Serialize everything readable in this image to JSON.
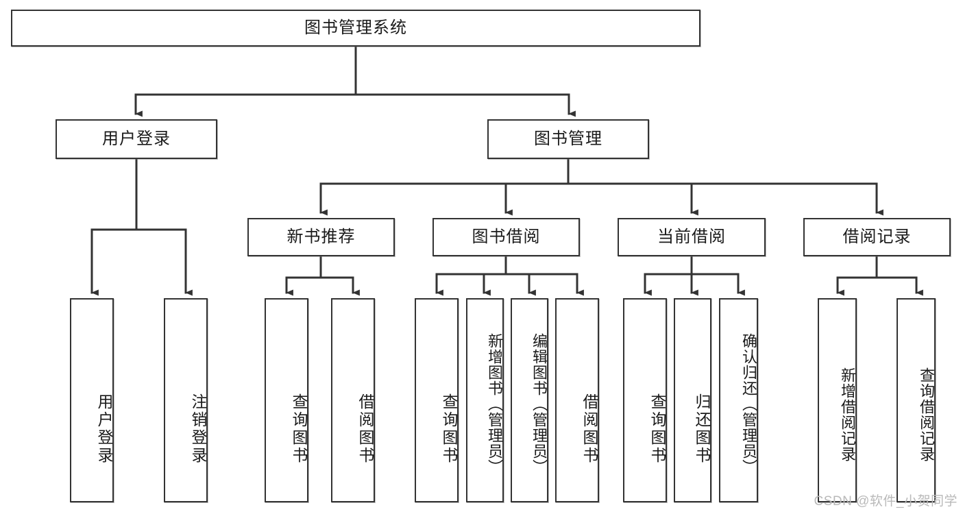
{
  "diagram": {
    "title": "图书管理系统",
    "type": "tree-hierarchy",
    "orientation": "top-down",
    "colors": {
      "box_border": "#333333",
      "box_fill": "#ffffff",
      "edge": "#333333",
      "text": "#1a1a1a",
      "watermark": "#b9b9b9",
      "background": "#ffffff"
    },
    "watermark": "CSDN @软件_小贺同学"
  },
  "nodes": {
    "root": {
      "label": "图书管理系统",
      "level": 1
    },
    "level2": [
      {
        "id": "user-login",
        "label": "用户登录"
      },
      {
        "id": "book-management",
        "label": "图书管理"
      }
    ],
    "level3": [
      {
        "id": "new-book-recommend",
        "label": "新书推荐"
      },
      {
        "id": "book-borrow",
        "label": "图书借阅"
      },
      {
        "id": "current-borrow",
        "label": "当前借阅"
      },
      {
        "id": "borrow-record",
        "label": "借阅记录"
      }
    ],
    "leaves": {
      "user_login": [
        {
          "id": "leaf-user-login",
          "label": "用户登录"
        },
        {
          "id": "leaf-user-logout",
          "label": "注销登录"
        }
      ],
      "new_book_recommend": [
        {
          "id": "leaf-query-book-1",
          "label": "查询图书"
        },
        {
          "id": "leaf-borrow-book-1",
          "label": "借阅图书"
        }
      ],
      "book_borrow": [
        {
          "id": "leaf-query-book-2",
          "label": "查询图书"
        },
        {
          "id": "leaf-add-book",
          "label": "新增图书（管理员）"
        },
        {
          "id": "leaf-edit-book",
          "label": "编辑图书（管理员）"
        },
        {
          "id": "leaf-borrow-book-2",
          "label": "借阅图书"
        }
      ],
      "current_borrow": [
        {
          "id": "leaf-query-book-3",
          "label": "查询图书"
        },
        {
          "id": "leaf-return-book",
          "label": "归还图书"
        },
        {
          "id": "leaf-confirm-return",
          "label": "确认归还（管理员）"
        }
      ],
      "borrow_record": [
        {
          "id": "leaf-add-record",
          "label": "新增借阅记录"
        },
        {
          "id": "leaf-query-record",
          "label": "查询借阅记录"
        }
      ]
    }
  }
}
